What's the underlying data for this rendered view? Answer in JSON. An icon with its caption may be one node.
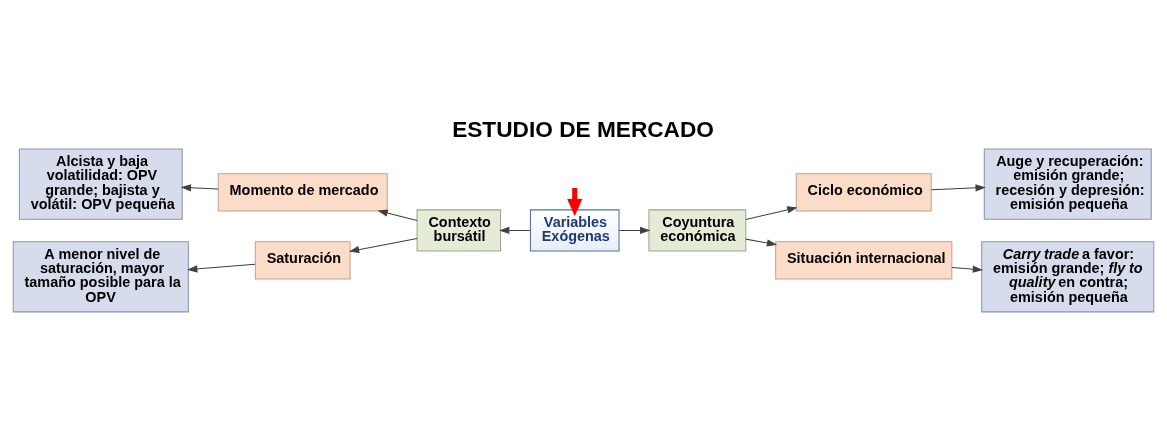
{
  "diagram": {
    "title": "ESTUDIO DE MERCADO",
    "nodes": [
      {
        "text": [
          "Variables Exógenas"
        ]
      },
      {
        "text": [
          "Contexto bursátil"
        ]
      },
      {
        "text": [
          "Coyuntura económica"
        ]
      },
      {
        "text": [
          "Momento de mercado"
        ]
      },
      {
        "text": [
          "Saturación"
        ]
      },
      {
        "text": [
          "Alcista y baja volatilidad: OPV grande; bajista y volátil: OPV pequeña"
        ]
      },
      {
        "text": [
          "A menor nivel de saturación, mayor tamaño posible para la OPV"
        ]
      },
      {
        "text": [
          "Ciclo económico"
        ]
      },
      {
        "text": [
          "Situación internacional"
        ]
      },
      {
        "text": [
          "Auge y recuperación: emisión grande; recesión y depresión: emisión pequeña"
        ]
      },
      {
        "text": [
          "*Carry trade* a favor: emisión grande; *fly to quality* en contra; emisión pequeña"
        ]
      }
    ],
    "edges": [
      {
        "from": 0,
        "to": 1,
        "arrow": "to"
      },
      {
        "from": 0,
        "to": 2,
        "arrow": "to"
      },
      {
        "from": 1,
        "to": 3,
        "arrow": "to"
      },
      {
        "from": 1,
        "to": 4,
        "arrow": "to"
      },
      {
        "from": 3,
        "to": 5,
        "arrow": "to"
      },
      {
        "from": 4,
        "to": 6,
        "arrow": "to"
      },
      {
        "from": 2,
        "to": 7,
        "arrow": "to"
      },
      {
        "from": 2,
        "to": 8,
        "arrow": "to"
      },
      {
        "from": 7,
        "to": 9,
        "arrow": "to"
      },
      {
        "from": 8,
        "to": 10,
        "arrow": "to"
      },
      {
        "from": null,
        "to": 0,
        "arrow": "to",
        "style": "thick",
        "color": "#ff0000"
      }
    ]
  }
}
